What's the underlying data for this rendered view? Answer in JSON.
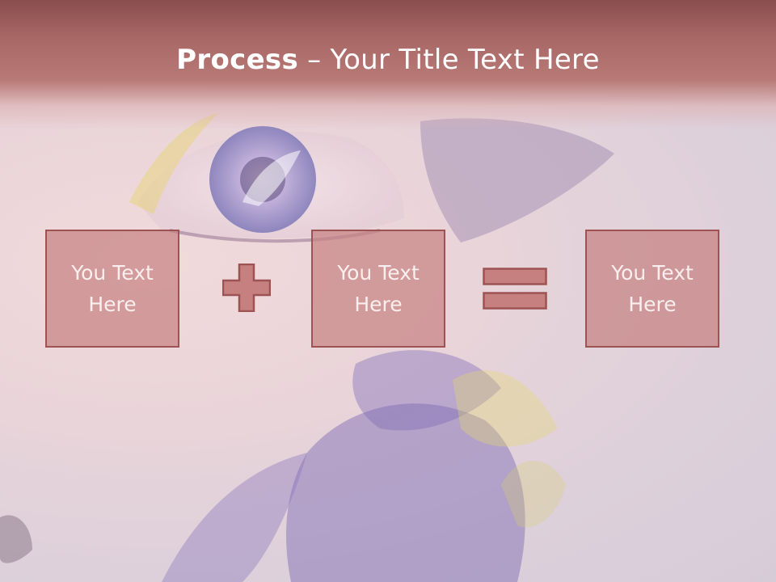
{
  "title": {
    "bold": "Process",
    "rest": " – Your Title Text Here"
  },
  "boxes": [
    {
      "text": "You Text\nHere"
    },
    {
      "text": "You Text\nHere"
    },
    {
      "text": "You Text\nHere"
    }
  ],
  "operators": {
    "first": "plus-icon",
    "second": "equals-icon"
  },
  "colors": {
    "title_bar": "#a86866",
    "box_fill": "#c68080",
    "box_border": "#9d5353",
    "text": "#ffffff"
  }
}
